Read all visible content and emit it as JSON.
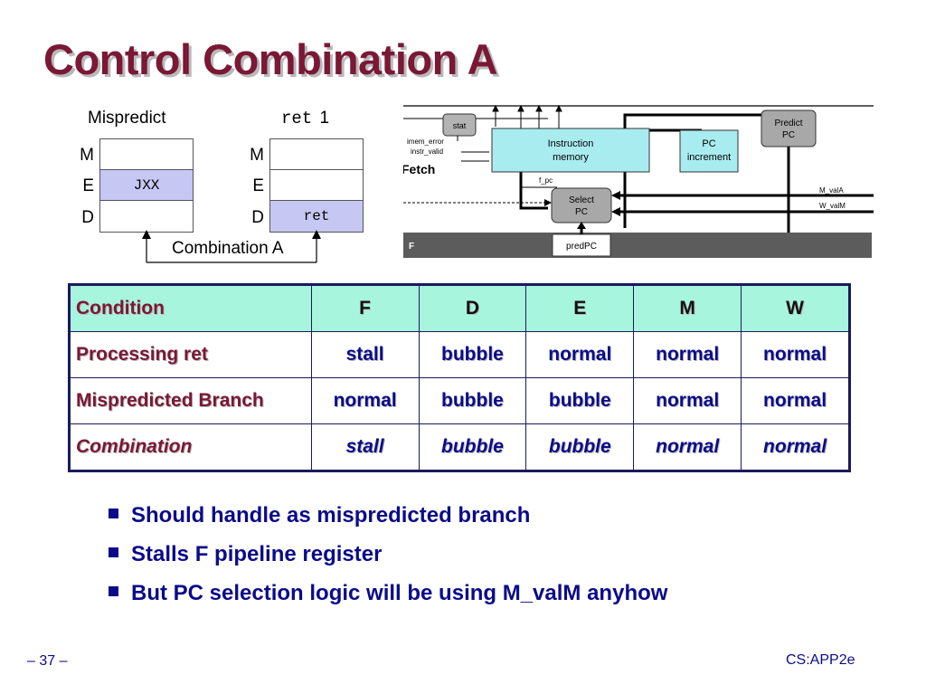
{
  "title": "Control Combination A",
  "diagram_left": {
    "label": "Mispredict",
    "stages": [
      "M",
      "E",
      "D"
    ],
    "e_text": "JXX"
  },
  "diagram_right": {
    "label": "ret",
    "label_suffix": "1",
    "stages": [
      "M",
      "E",
      "D"
    ],
    "d_text": "ret"
  },
  "combination_label": "Combination A",
  "hardware": {
    "stat": "stat",
    "imem_error": "imem_error",
    "instr_valid": "instr_valid",
    "fetch": "Fetch",
    "instruction_memory": [
      "Instruction",
      "memory"
    ],
    "pc_increment": [
      "PC",
      "increment"
    ],
    "predict_pc": [
      "Predict",
      "PC"
    ],
    "f_pc": "f_pc",
    "select_pc": [
      "Select",
      "PC"
    ],
    "m_vala": "M_valA",
    "w_valm": "W_valM",
    "f_reg": "F",
    "predpc": "predPC"
  },
  "table": {
    "headers": [
      "Condition",
      "F",
      "D",
      "E",
      "M",
      "W"
    ],
    "rows": [
      [
        "Processing ret",
        "stall",
        "bubble",
        "normal",
        "normal",
        "normal"
      ],
      [
        "Mispredicted Branch",
        "normal",
        "bubble",
        "bubble",
        "normal",
        "normal"
      ],
      [
        "Combination",
        "stall",
        "bubble",
        "bubble",
        "normal",
        "normal"
      ]
    ]
  },
  "bullets": [
    "Should handle as mispredicted branch",
    "Stalls F pipeline register",
    "But PC selection logic will be using M_valM anyhow"
  ],
  "footer": {
    "page": "– 37 –",
    "course": "CS:APP2e"
  }
}
